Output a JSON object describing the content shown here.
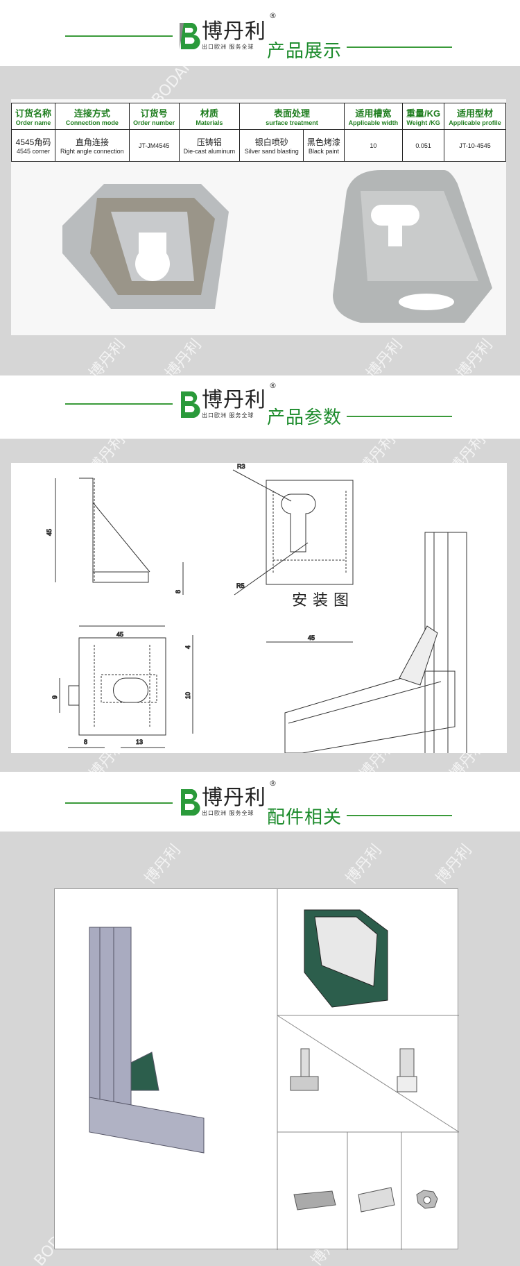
{
  "brand": {
    "name": "博丹利",
    "slogan": "出口欧洲 服务全球",
    "registered": "®"
  },
  "watermarks": [
    "BODAN",
    "博丹利"
  ],
  "sections": [
    {
      "title": "产品展示"
    },
    {
      "title": "产品参数"
    },
    {
      "title": "配件相关"
    }
  ],
  "spec_table": {
    "headers": [
      {
        "cn": "订货名称",
        "en": "Order name"
      },
      {
        "cn": "连接方式",
        "en": "Connection mode"
      },
      {
        "cn": "订货号",
        "en": "Order number"
      },
      {
        "cn": "材质",
        "en": "Materials"
      },
      {
        "cn": "表面处理",
        "en": "surface treatment"
      },
      {
        "cn": "适用槽宽",
        "en": "Applicable width"
      },
      {
        "cn": "重量/KG",
        "en": "Weight /KG"
      },
      {
        "cn": "适用型材",
        "en": "Applicable profile"
      }
    ],
    "row": {
      "name_cn": "4545角码",
      "name_en": "4545 corner",
      "mode_cn": "直角连接",
      "mode_en": "Right angle connection",
      "order_number": "JT-JM4545",
      "material_cn": "压铸铝",
      "material_en": "Die-cast aluminum",
      "surface1_cn": "银白喷砂",
      "surface1_en": "Silver sand blasting",
      "surface2_cn": "黑色烤漆",
      "surface2_en": "Black paint",
      "width": "10",
      "weight": "0.051",
      "profile": "JT-10-4545"
    }
  },
  "drawing": {
    "install_caption": "安装图",
    "dims": {
      "h45": "45",
      "w45a": "45",
      "w45b": "45",
      "d8": "8",
      "r3": "R3",
      "r5": "R5",
      "d4": "4",
      "d9": "9",
      "d10": "10",
      "b8": "8",
      "b13": "13"
    }
  }
}
